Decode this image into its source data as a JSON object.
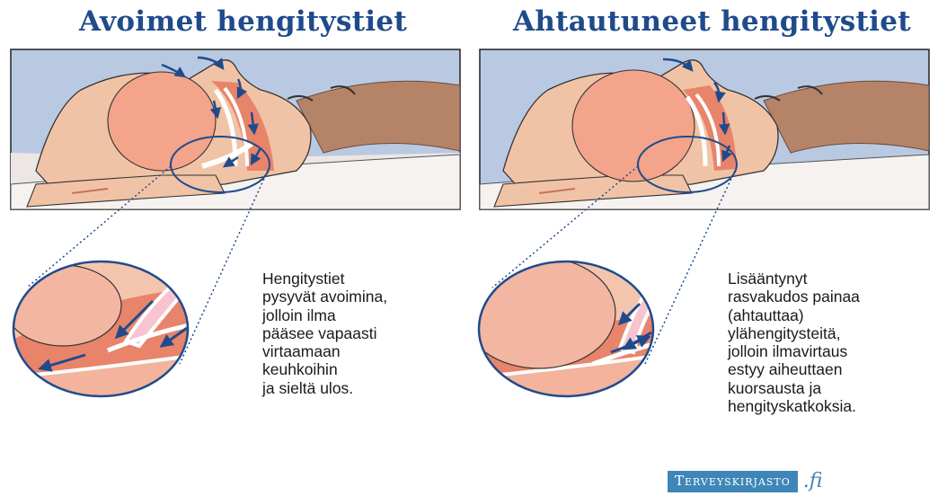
{
  "panels": {
    "open": {
      "title": "Avoimet hengitystiet",
      "description": [
        "Hengitystiet",
        "pysyvät avoimina,",
        "jolloin ilma",
        "pääsee vapaasti",
        "virtaamaan",
        "keuhkoihin",
        "ja sieltä ulos."
      ]
    },
    "narrowed": {
      "title": "Ahtautuneet hengitystiet",
      "description": [
        "Lisääntynyt",
        "rasvakudos painaa",
        "(ahtauttaa)",
        "ylähengitysteitä,",
        "jolloin ilmavirtaus",
        "estyy aiheuttaen",
        "kuorsausta ja",
        "hengityskatkoksia."
      ]
    }
  },
  "logo": {
    "name": "Terveyskirjasto",
    "suffix": ".fi"
  },
  "colors": {
    "title": "#1f4b8c",
    "background_panel": "#b9c9e2",
    "skin": "#f1c3a6",
    "airway": "#e8846a",
    "arrow": "#1f4b8c",
    "hair": "#b58468",
    "logo": "#3f86b8"
  }
}
